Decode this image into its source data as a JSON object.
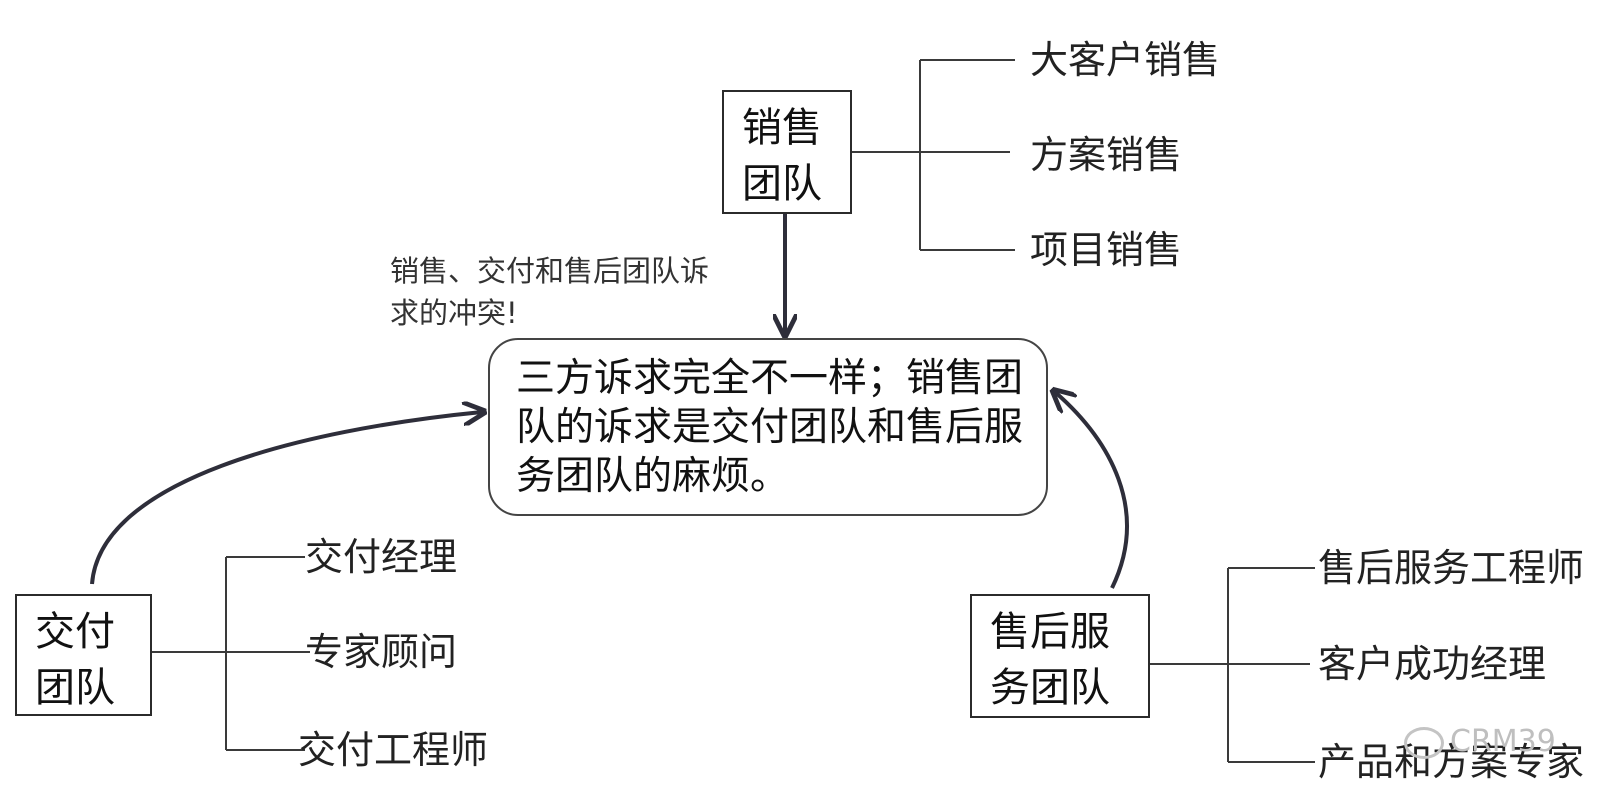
{
  "sales_team": {
    "label_line1": "销售",
    "label_line2": "团队",
    "members": [
      "大客户销售",
      "方案销售",
      "项目销售"
    ]
  },
  "delivery_team": {
    "label_line1": "交付",
    "label_line2": "团队",
    "members": [
      "交付经理",
      "专家顾问",
      "交付工程师"
    ]
  },
  "service_team": {
    "label_line1": "售后服",
    "label_line2": "务团队",
    "members": [
      "售后服务工程师",
      "客户成功经理",
      "产品和方案专家"
    ]
  },
  "conflict_note": {
    "line1": "销售、交付和售后团队诉",
    "line2": "求的冲突!"
  },
  "center": {
    "line1": "三方诉求完全不一样；销售团",
    "line2": "队的诉求是交付团队和售后服",
    "line3": "务团队的麻烦。"
  },
  "watermark": {
    "text": "CRM39"
  },
  "colors": {
    "line": "#3a3a3a",
    "arrow": "#2e2e3a"
  }
}
